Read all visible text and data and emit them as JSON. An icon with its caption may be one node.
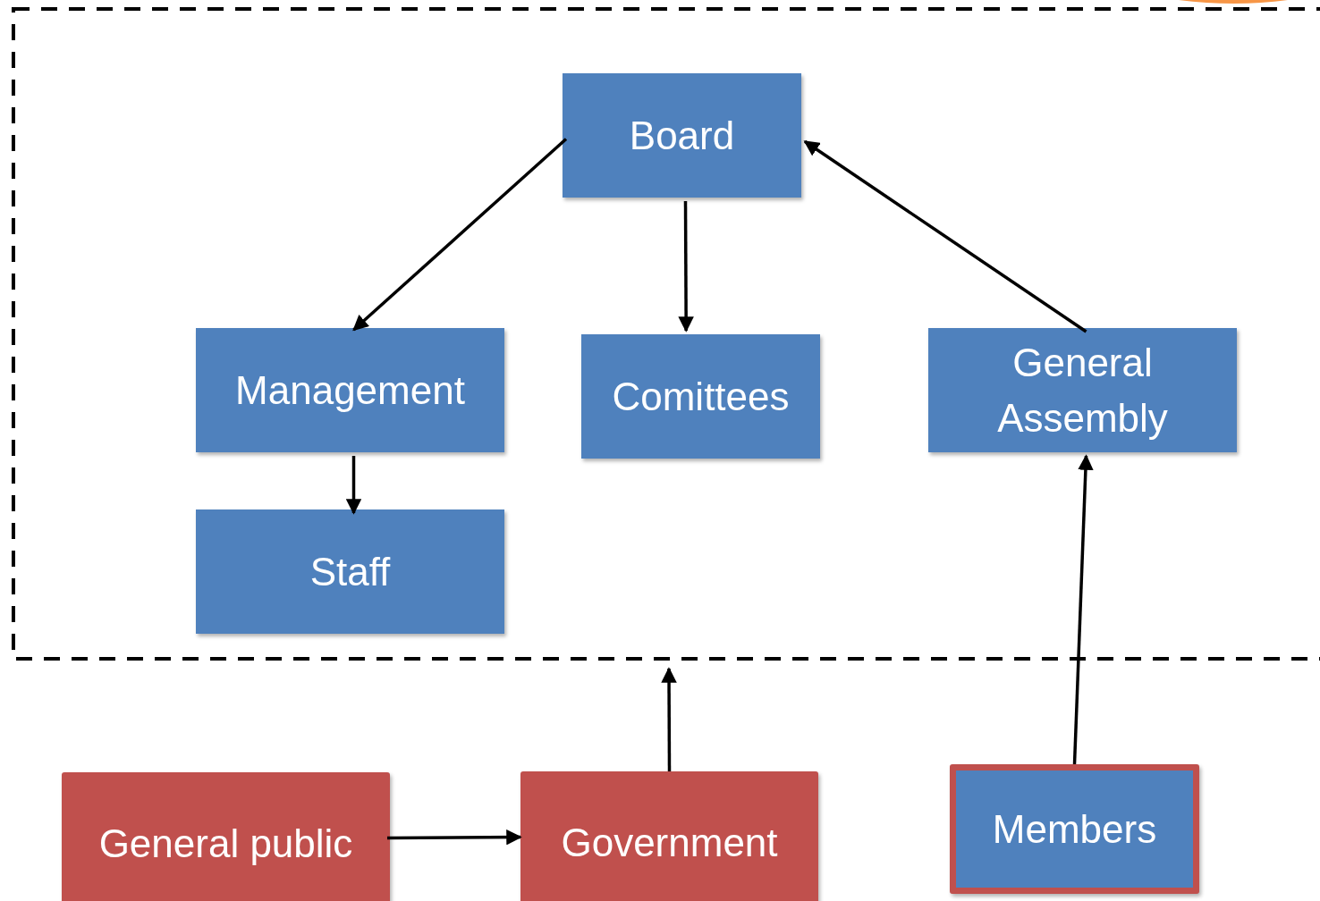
{
  "diagram": {
    "nodes": [
      {
        "text": [],
        "shape": "box"
      },
      {
        "text": [
          "Board"
        ],
        "in": 0
      },
      {
        "text": [
          "Management"
        ],
        "in": 0
      },
      {
        "text": [
          "Comittees"
        ],
        "in": 0
      },
      {
        "text": [
          "General Assembly"
        ],
        "in": 0
      },
      {
        "text": [
          "Staff"
        ],
        "in": 0
      },
      {
        "text": [
          "General public"
        ]
      },
      {
        "text": [
          "Government"
        ]
      },
      {
        "text": [
          "Members"
        ]
      }
    ],
    "edges": [
      {
        "from": 1,
        "to": 2,
        "arrow": "to"
      },
      {
        "from": 1,
        "to": 3,
        "arrow": "to"
      },
      {
        "from": 4,
        "to": 1,
        "arrow": "to"
      },
      {
        "from": 2,
        "to": 5,
        "arrow": "to"
      },
      {
        "from": 8,
        "to": 4,
        "arrow": "to"
      },
      {
        "from": 6,
        "to": 7,
        "arrow": "to"
      },
      {
        "from": 7,
        "to": 0,
        "arrow": "to"
      }
    ]
  }
}
